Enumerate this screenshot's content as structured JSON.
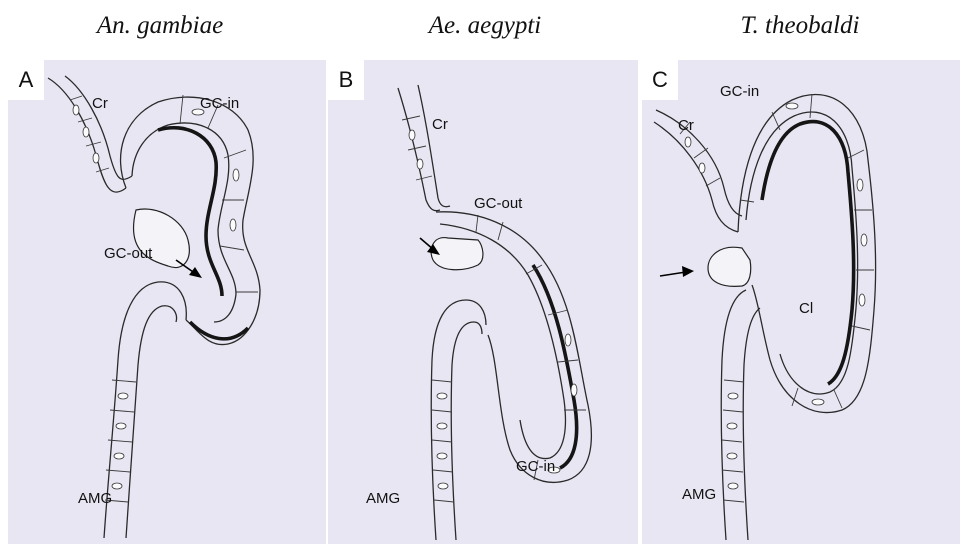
{
  "titles": {
    "a": "An. gambiae",
    "b": "Ae. aegypti",
    "c": "T. theobaldi"
  },
  "panels": {
    "a": {
      "letter": "A",
      "cr": "Cr",
      "gc_in": "GC-in",
      "gc_out": "GC-out",
      "amg": "AMG"
    },
    "b": {
      "letter": "B",
      "cr": "Cr",
      "gc_in": "GC-in",
      "gc_out": "GC-out",
      "amg": "AMG"
    },
    "c": {
      "letter": "C",
      "cr": "Cr",
      "gc_in": "GC-in",
      "cl": "Cl",
      "amg": "AMG"
    }
  },
  "colors": {
    "panel_background": "#e9e6f3",
    "tissue_outline": "#2a2a2a",
    "inner_lining": "#151515"
  }
}
